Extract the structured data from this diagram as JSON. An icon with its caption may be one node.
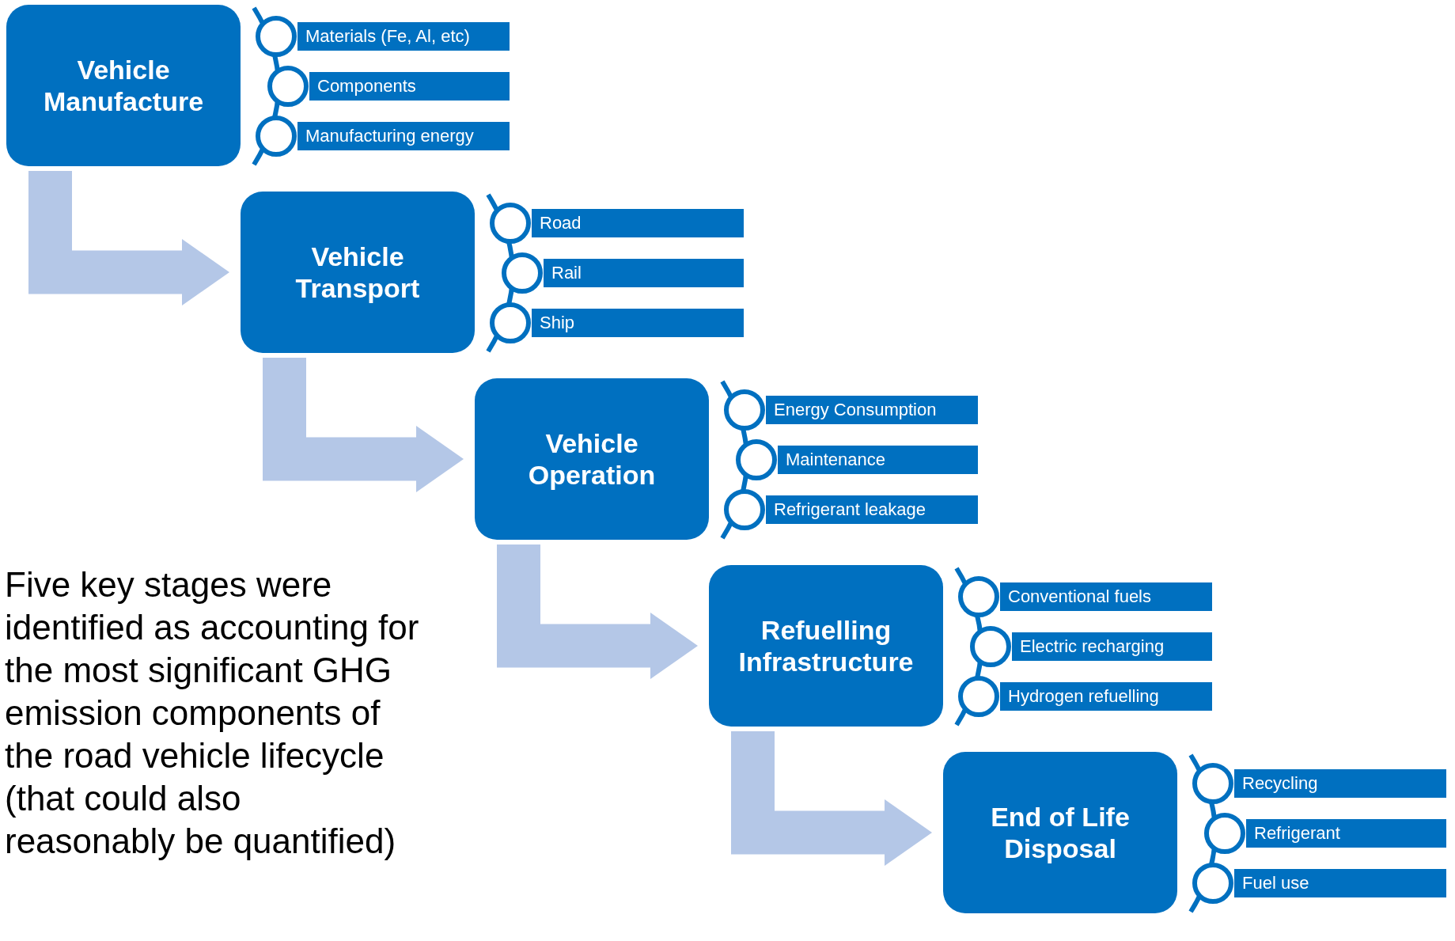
{
  "diagram": {
    "nodes": [
      {
        "text": [
          "Vehicle Manufacture"
        ]
      },
      {
        "text": [
          "Materials (Fe, Al, etc)"
        ]
      },
      {
        "text": [
          "Components"
        ]
      },
      {
        "text": [
          "Manufacturing energy"
        ]
      },
      {
        "text": [
          "Vehicle Transport"
        ]
      },
      {
        "text": [
          "Road"
        ]
      },
      {
        "text": [
          "Rail"
        ]
      },
      {
        "text": [
          "Ship"
        ]
      },
      {
        "text": [
          "Vehicle Operation"
        ]
      },
      {
        "text": [
          "Energy Consumption"
        ]
      },
      {
        "text": [
          "Maintenance"
        ]
      },
      {
        "text": [
          "Refrigerant leakage"
        ]
      },
      {
        "text": [
          "Refuelling Infrastructure"
        ]
      },
      {
        "text": [
          "Conventional fuels"
        ]
      },
      {
        "text": [
          "Electric recharging"
        ]
      },
      {
        "text": [
          "Hydrogen refuelling"
        ]
      },
      {
        "text": [
          "End of Life Disposal"
        ]
      },
      {
        "text": [
          "Recycling"
        ]
      },
      {
        "text": [
          "Refrigerant"
        ]
      },
      {
        "text": [
          "Fuel use"
        ]
      }
    ],
    "edges": [
      {
        "from": 0,
        "to": 4,
        "arrow": "to"
      },
      {
        "from": 4,
        "to": 8,
        "arrow": "to"
      },
      {
        "from": 8,
        "to": 12,
        "arrow": "to"
      },
      {
        "from": 12,
        "to": 16,
        "arrow": "to"
      }
    ],
    "labels": [
      "Five key stages were identified as accounting for the most significant GHG emission components of the road vehicle lifecycle (that could also reasonably be quantified)"
    ]
  }
}
